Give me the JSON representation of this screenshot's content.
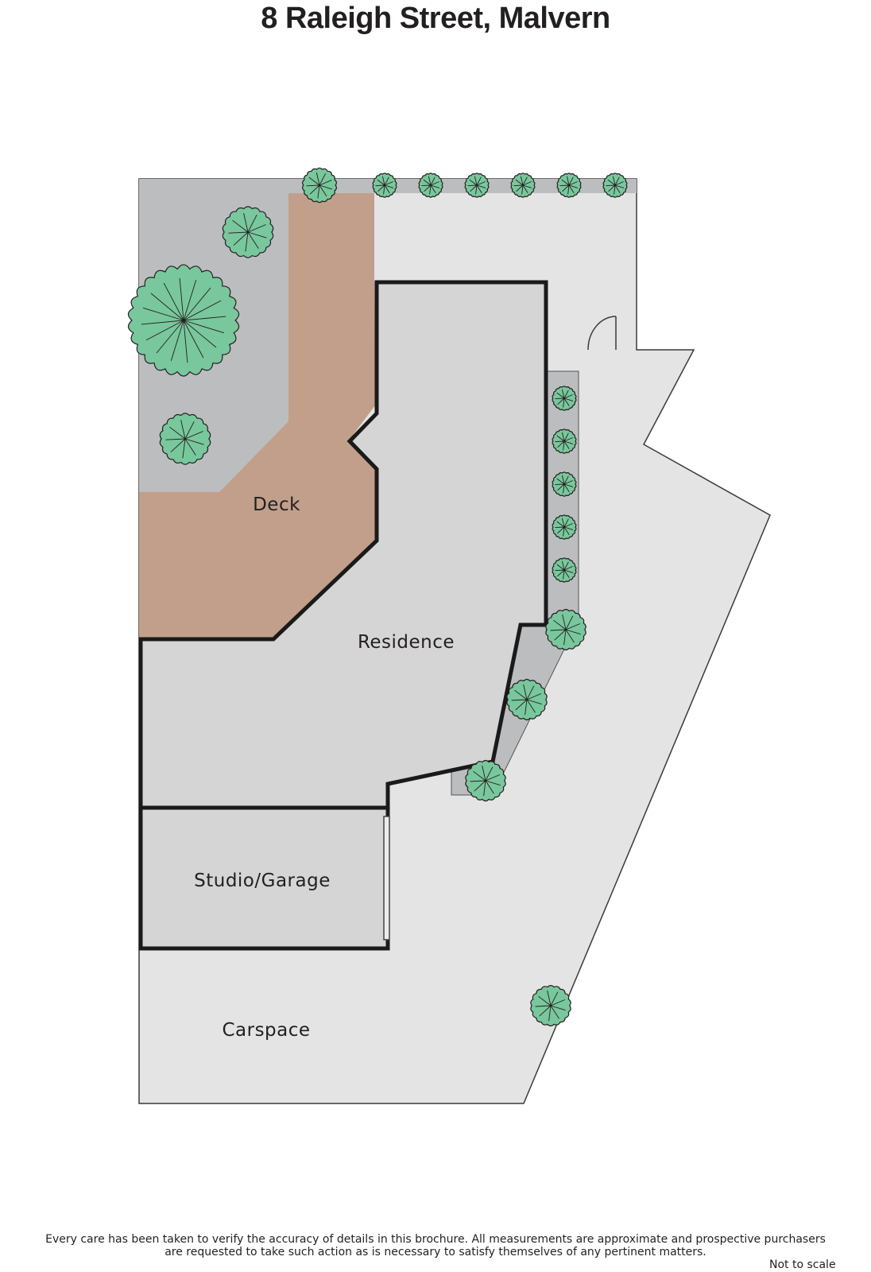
{
  "title": "8 Raleigh Street, Malvern",
  "rooms": {
    "deck": "Deck",
    "residence": "Residence",
    "studio_garage": "Studio/Garage",
    "carspace": "Carspace"
  },
  "disclaimer": {
    "line1": "Every care has been taken to verify the accuracy of details in this brochure.  All measurements are approximate and prospective purchasers",
    "line2": "are requested to take such action as is necessary to satisfy themselves of any pertinent matters."
  },
  "scale_note": "Not to scale",
  "colors": {
    "yard": "#e4e4e4",
    "garden": "#bcbdbf",
    "building": "#d5d5d6",
    "deck": "#c29f8a",
    "tree_fill": "#79c79c",
    "tree_stroke": "#231f20",
    "wall": "#1a1a1a"
  },
  "icons": [
    "tree-icon",
    "door-icon"
  ]
}
